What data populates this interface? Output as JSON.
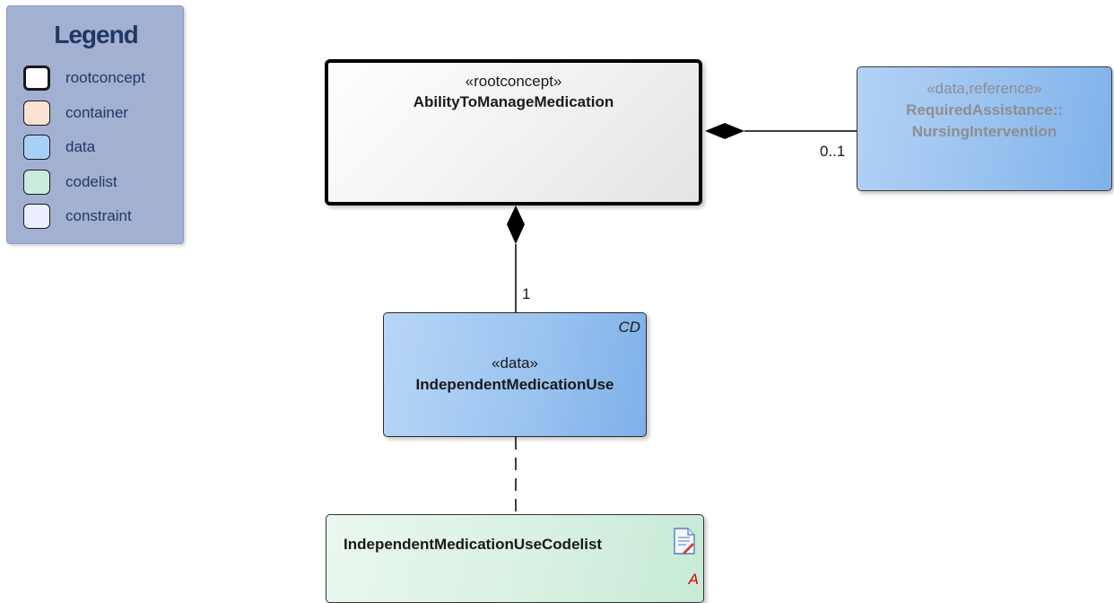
{
  "legend": {
    "title": "Legend",
    "items": [
      {
        "label": "rootconcept",
        "color": "#ffffff",
        "border": "thick"
      },
      {
        "label": "container",
        "color": "#fbe2d1"
      },
      {
        "label": "data",
        "color": "#a9d1f7"
      },
      {
        "label": "codelist",
        "color": "#c9ecdc"
      },
      {
        "label": "constraint",
        "color": "#eaeefd"
      }
    ]
  },
  "classes": {
    "root": {
      "stereotype": "«rootconcept»",
      "name": "AbilityToManageMedication"
    },
    "reference": {
      "stereotype": "«data,reference»",
      "name_line1": "RequiredAssistance::",
      "name_line2": "NursingIntervention"
    },
    "data": {
      "stereotype": "«data»",
      "name": "IndependentMedicationUse",
      "type_tag": "CD"
    },
    "codelist": {
      "name": "IndependentMedicationUseCodelist",
      "tag": "A",
      "icon": "document-icon"
    }
  },
  "relations": {
    "root_to_reference": {
      "kind": "composition",
      "multiplicity": "0..1"
    },
    "root_to_data": {
      "kind": "composition",
      "multiplicity": "1"
    },
    "data_to_codelist": {
      "kind": "dependency"
    }
  },
  "colors": {
    "line": "#000000",
    "legend_bg": "#a2b0d2",
    "legend_text": "#1f3864"
  }
}
